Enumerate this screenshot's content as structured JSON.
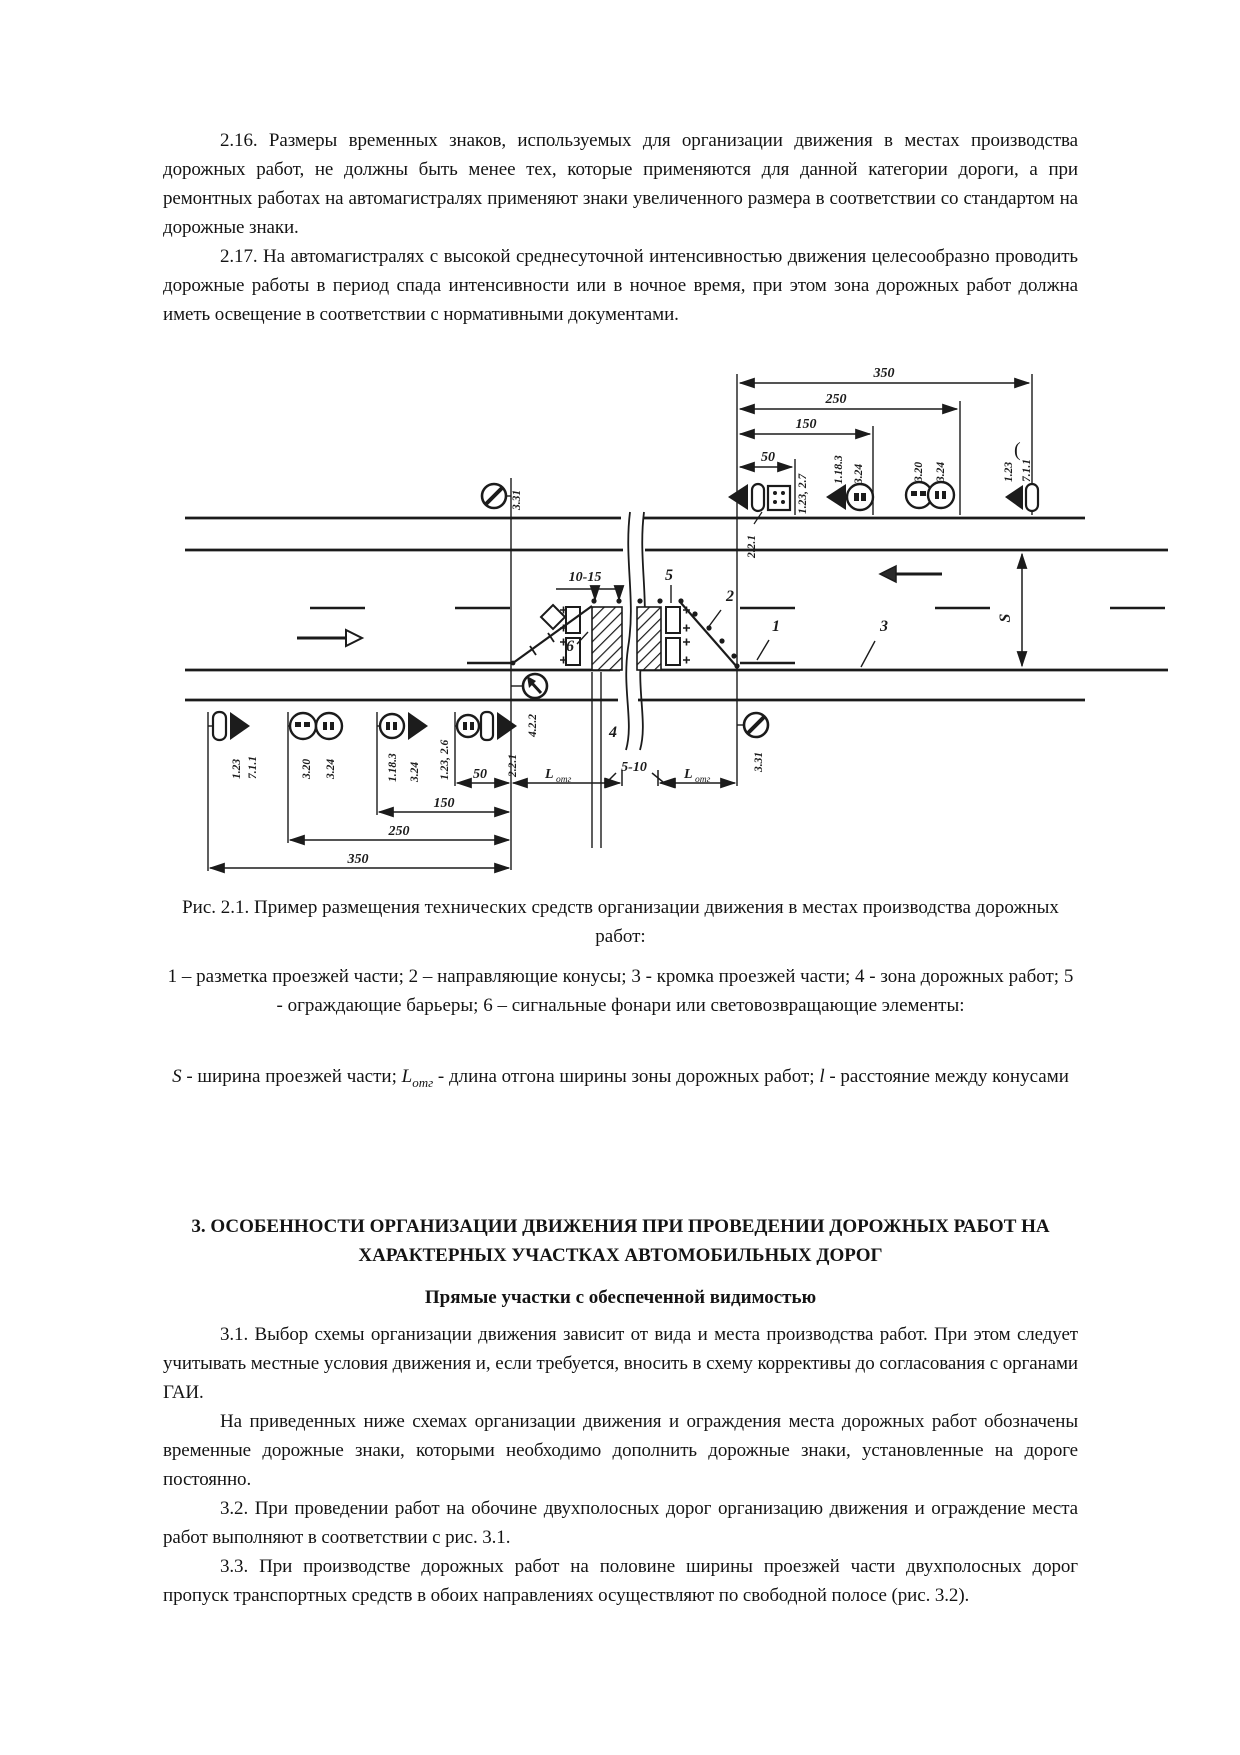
{
  "doc": {
    "p216": "2.16. Размеры временных знаков, используемых для организации движения в местах производства дорожных работ, не должны быть менее тех, которые применяются для данной категории дороги, а при ремонтных работах на автомагистралях применяют знаки увеличенного размера в соответствии со стандартом на дорожные знаки.",
    "p217": "2.17. На автомагистралях с высокой среднесуточной интенсивностью движения целесообразно проводить дорожные работы в период спада интенсивности или в ночное время, при этом зона дорожных работ должна иметь освещение в соответствии с нормативными документами.",
    "figure": {
      "caption": "Рис. 2.1. Пример размещения технических средств организации движения в местах производства дорожных работ:",
      "legend": "1 – разметка проезжей части; 2 – направляющие конусы; 3 - кромка проезжей части; 4 - зона дорожных работ; 5 - ограждающие барьеры; 6 – сигнальные фонари или световозвращающие элементы:",
      "notation": {
        "s": "S",
        "s_rest": " - ширина проезжей части; ",
        "l_letter": "L",
        "l_sub": "отг",
        "l_rest": " - длина отгона ширины зоны дорожных работ; ",
        "i": "l",
        "i_rest": " - расстояние между конусами"
      }
    },
    "heading": "3. ОСОБЕННОСТИ ОРГАНИЗАЦИИ ДВИЖЕНИЯ ПРИ ПРОВЕДЕНИИ ДОРОЖНЫХ РАБОТ НА ХАРАКТЕРНЫХ УЧАСТКАХ АВТОМОБИЛЬНЫХ ДОРОГ",
    "subheading": "Прямые участки с обеспеченной видимостью",
    "p31": "3.1. Выбор схемы организации движения зависит от вида и места производства работ. При этом следует учитывать местные условия движения и, если требуется, вносить в схему коррективы до согласования с органами ГАИ.",
    "p31note": "На приведенных ниже схемах организации движения и ограждения места дорожных работ обозначены временные дорожные знаки, которыми необходимо дополнить дорожные знаки, установленные на дороге постоянно.",
    "p32": "3.2. При проведении работ на обочине двухполосных дорог организацию движения и ограждение места работ выполняют в соответствии с рис. 3.1.",
    "p33": "3.3. При производстве дорожных работ на половине ширины проезжей части двухполосных дорог пропуск транспортных средств в обоих направлениях осуществляют по свободной полосе (рис. 3.2)."
  },
  "diagram": {
    "dims_top": {
      "d350": "350",
      "d250": "250",
      "d150": "150",
      "d50": "50"
    },
    "dims_bottom": {
      "d350": "350",
      "d250": "250",
      "d150": "150",
      "d50": "50",
      "work_gap": "5-10",
      "zone_len": "10-15"
    },
    "lotg": {
      "letter": "L",
      "sub": "отг"
    },
    "signs_top": {
      "g1": "1.23, 2.7",
      "g1_extra": "2.2.1",
      "g2_1": "1.18.3",
      "g2_2": "3.24",
      "g3_1": "3.20",
      "g3_2": "3.24",
      "g4_1": "1.23",
      "g4_2": "7.1.1",
      "bracket": "(",
      "end_sign": "3.31"
    },
    "signs_bottom": {
      "g1_1": "1.23",
      "g1_2": "7.1.1",
      "g2_1": "3.20",
      "g2_2": "3.24",
      "g3_1": "1.18.3",
      "g3_2": "3.24",
      "g4": "1.23, 2.6",
      "g4_extra": "2.2.1",
      "detour": "4.2.2",
      "end_sign": "3.31"
    },
    "callouts": {
      "c1": "1",
      "c2": "2",
      "c3": "3",
      "c4": "4",
      "c5": "5",
      "c6": "6",
      "width": "S"
    }
  }
}
